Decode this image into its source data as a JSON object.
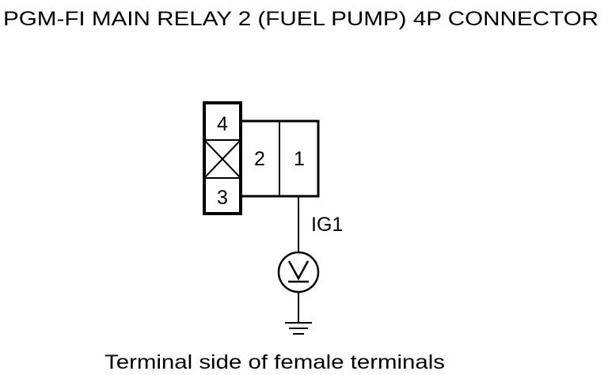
{
  "title": "PGM-FI MAIN RELAY 2 (FUEL PUMP) 4P CONNECTOR",
  "caption": "Terminal side of female terminals",
  "connector": {
    "terminals": [
      "4",
      "2",
      "1",
      "3"
    ],
    "unused_cavity": "crossed-box"
  },
  "wire": {
    "label": "IG1",
    "terminal": "1"
  },
  "meter": {
    "type": "voltmeter",
    "icon": "voltmeter-icon"
  },
  "ground": {
    "icon": "ground-icon"
  },
  "colors": {
    "line": "#000000",
    "background": "#ffffff"
  }
}
